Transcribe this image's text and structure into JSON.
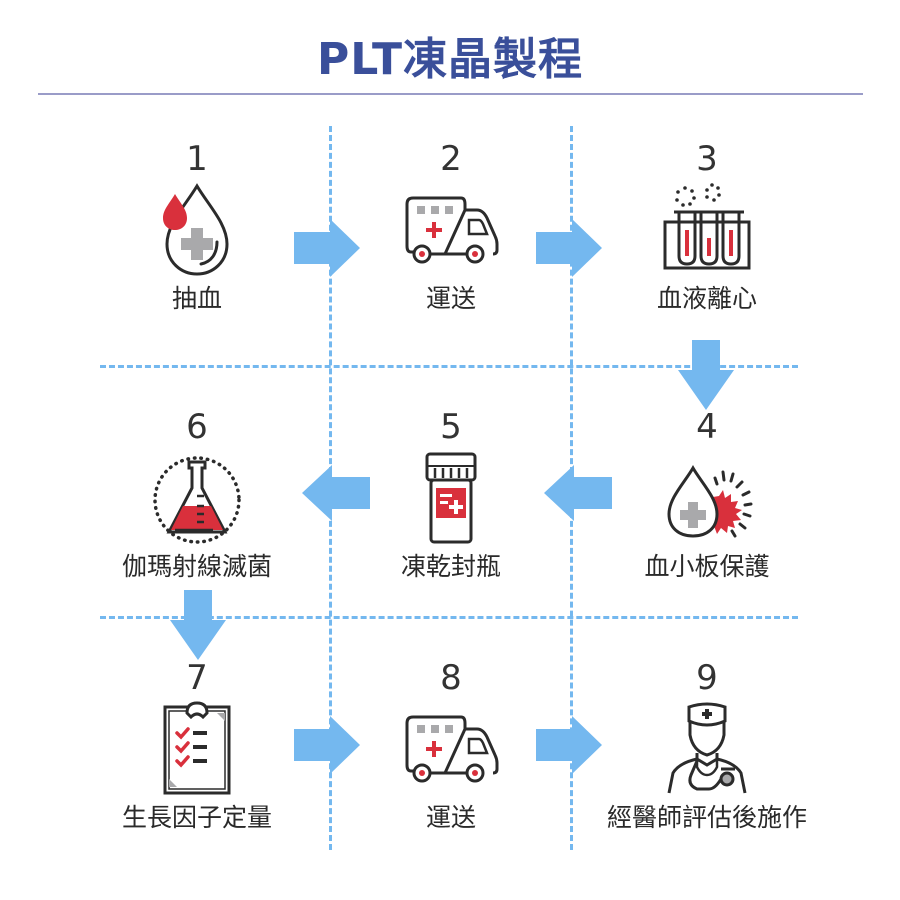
{
  "title": "PLT凍晶製程",
  "colors": {
    "title": "#3a4f9a",
    "arrow": "#74b8ef",
    "grid": "#74b8ef",
    "accent_red": "#d9303c",
    "icon_stroke": "#2b2b2b",
    "icon_gray": "#a9a9ab"
  },
  "steps": [
    {
      "number": "1",
      "label": "抽血",
      "icon": "blood-drop-cross-icon"
    },
    {
      "number": "2",
      "label": "運送",
      "icon": "ambulance-icon"
    },
    {
      "number": "3",
      "label": "血液離心",
      "icon": "test-tubes-rack-icon"
    },
    {
      "number": "4",
      "label": "血小板保護",
      "icon": "drop-shield-burst-icon"
    },
    {
      "number": "5",
      "label": "凍乾封瓶",
      "icon": "medicine-bottle-icon"
    },
    {
      "number": "6",
      "label": "伽瑪射線滅菌",
      "icon": "flask-radiation-icon"
    },
    {
      "number": "7",
      "label": "生長因子定量",
      "icon": "clipboard-checklist-icon"
    },
    {
      "number": "8",
      "label": "運送",
      "icon": "ambulance-icon"
    },
    {
      "number": "9",
      "label": "經醫師評估後施作",
      "icon": "doctor-stethoscope-icon"
    }
  ],
  "flow": [
    {
      "from": "1",
      "to": "2",
      "direction": "right"
    },
    {
      "from": "2",
      "to": "3",
      "direction": "right"
    },
    {
      "from": "3",
      "to": "4",
      "direction": "down"
    },
    {
      "from": "4",
      "to": "5",
      "direction": "left"
    },
    {
      "from": "5",
      "to": "6",
      "direction": "left"
    },
    {
      "from": "6",
      "to": "7",
      "direction": "down"
    },
    {
      "from": "7",
      "to": "8",
      "direction": "right"
    },
    {
      "from": "8",
      "to": "9",
      "direction": "right"
    }
  ]
}
